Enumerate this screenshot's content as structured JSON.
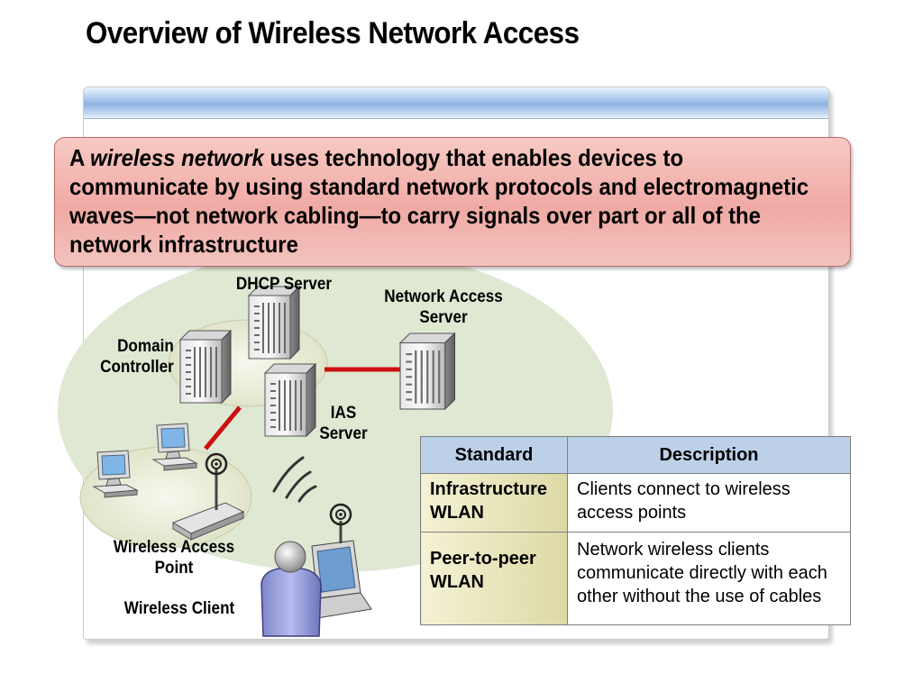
{
  "slide": {
    "title": "Overview of Wireless Network Access"
  },
  "callout": {
    "prefix": "A ",
    "emphasis": "wireless network",
    "body": " uses technology that enables devices to communicate by using standard network protocols and electromagnetic waves—not network cabling—to carry signals over part or all of the network infrastructure"
  },
  "labels": {
    "dhcp_server": "DHCP Server",
    "network_access_server": "Network Access Server",
    "domain_controller": "Domain Controller",
    "ias_server": "IAS Server",
    "wireless_access_point": "Wireless Access Point",
    "wireless_client": "Wireless Client"
  },
  "table": {
    "headers": [
      "Standard",
      "Description"
    ],
    "rows": [
      {
        "standard": "Infrastructure WLAN",
        "description": "Clients connect to wireless access points"
      },
      {
        "standard": "Peer-to-peer WLAN",
        "description": "Network wireless clients communicate directly with each other without the use of cables"
      }
    ]
  },
  "colors": {
    "callout_fill": "#f0aaa4",
    "link_line": "#cc1111",
    "network_zone": "#dfe8d2",
    "table_header": "#bcd0e8"
  }
}
